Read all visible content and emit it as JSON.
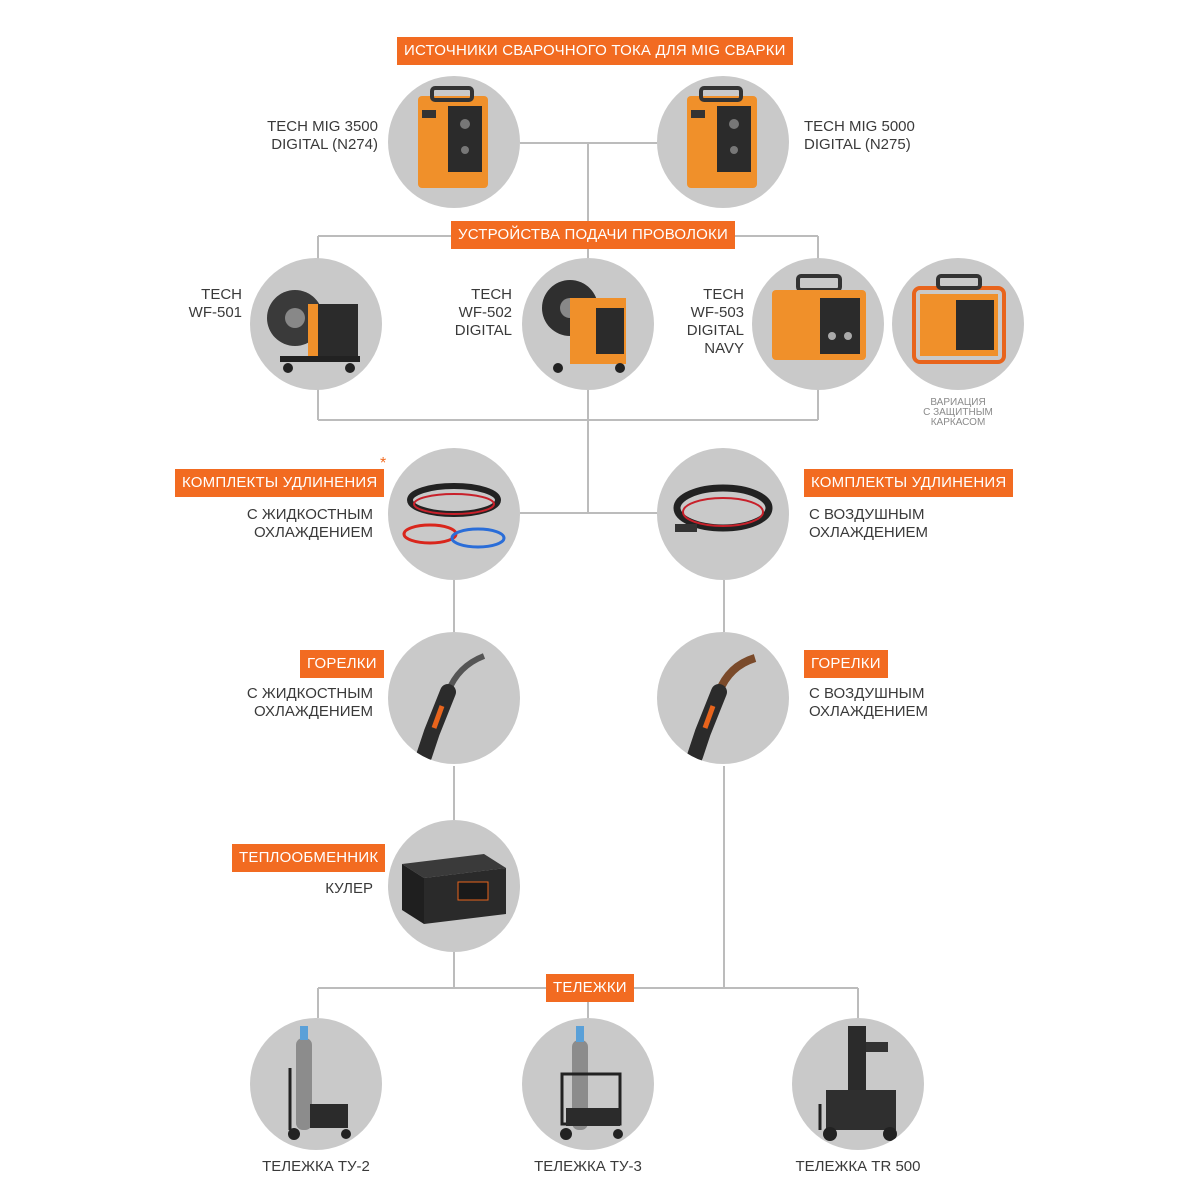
{
  "colors": {
    "accent": "#f26b21",
    "circle": "#c9c9c9",
    "line": "#bcbcbc",
    "text": "#3a3a3a"
  },
  "sections": {
    "power_sources": "ИСТОЧНИКИ СВАРОЧНОГО ТОКА ДЛЯ MIG СВАРКИ",
    "wire_feeders": "УСТРОЙСТВА ПОДАЧИ ПРОВОЛОКИ",
    "extension_kits_liquid": "КОМПЛЕКТЫ УДЛИНЕНИЯ",
    "extension_kits_air": "КОМПЛЕКТЫ УДЛИНЕНИЯ",
    "torches_liquid": "ГОРЕЛКИ",
    "torches_air": "ГОРЕЛКИ",
    "heat_exchanger": "ТЕПЛООБМЕННИК",
    "trolleys": "ТЕЛЕЖКИ"
  },
  "power_sources": [
    {
      "line1": "TECH MIG 3500",
      "line2": "DIGITAL (N274)",
      "icon": "welder-icon"
    },
    {
      "line1": "TECH MIG 5000",
      "line2": "DIGITAL (N275)",
      "icon": "welder-icon"
    }
  ],
  "wire_feeders": [
    {
      "lines": [
        "TECH",
        "WF-501"
      ],
      "icon": "wire-feeder-icon"
    },
    {
      "lines": [
        "TECH",
        "WF-502",
        "DIGITAL"
      ],
      "icon": "wire-feeder-icon"
    },
    {
      "lines": [
        "TECH",
        "WF-503",
        "DIGITAL",
        "NAVY"
      ],
      "icon": "wire-feeder-icon"
    }
  ],
  "variation_note": [
    "ВАРИАЦИЯ",
    "С ЗАЩИТНЫМ",
    "КАРКАСОМ"
  ],
  "asterisk": "*",
  "extension_kits": {
    "liquid": [
      "С ЖИДКОСТНЫМ",
      "ОХЛАЖДЕНИЕМ"
    ],
    "air": [
      "С ВОЗДУШНЫМ",
      "ОХЛАЖДЕНИЕМ"
    ]
  },
  "torches": {
    "liquid": [
      "С ЖИДКОСТНЫМ",
      "ОХЛАЖДЕНИЕМ"
    ],
    "air": [
      "С ВОЗДУШНЫМ",
      "ОХЛАЖДЕНИЕМ"
    ]
  },
  "cooler": "КУЛЕР",
  "trolleys": [
    {
      "label": "ТЕЛЕЖКА ТУ-2",
      "icon": "gas-trolley-icon"
    },
    {
      "label": "ТЕЛЕЖКА ТУ-3",
      "icon": "gas-trolley-icon"
    },
    {
      "label": "ТЕЛЕЖКА TR 500",
      "icon": "trolley-tr500-icon"
    }
  ]
}
